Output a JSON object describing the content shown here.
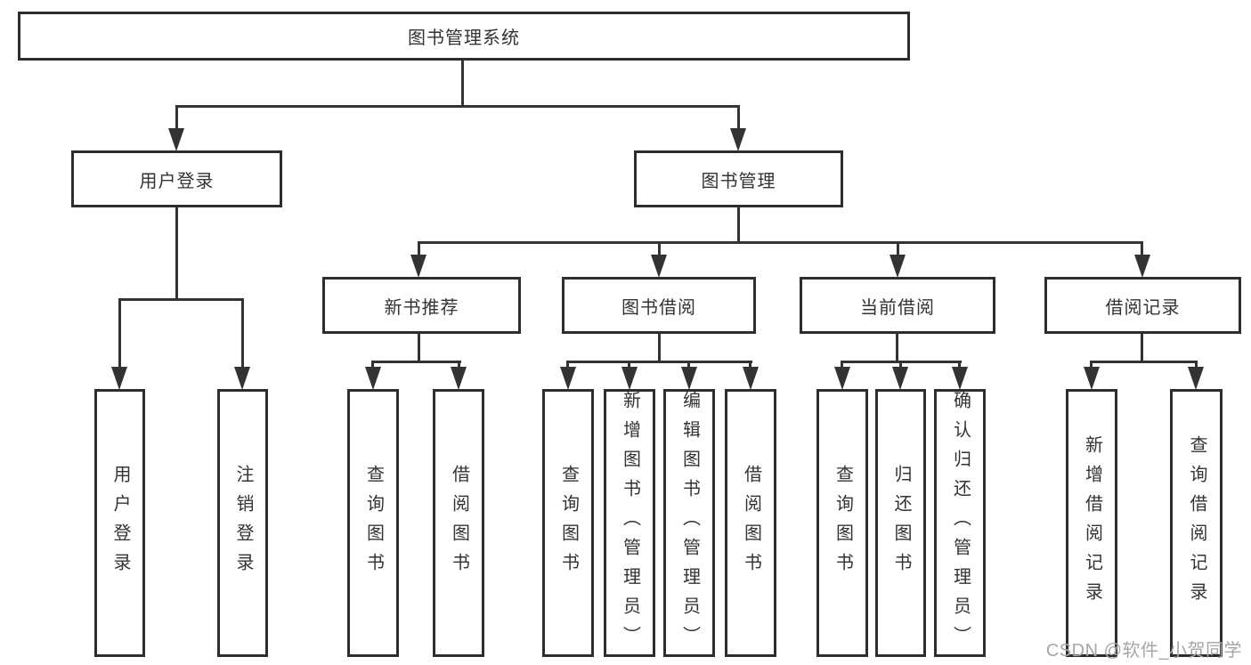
{
  "tree": {
    "root": {
      "label": "图书管理系统",
      "children": [
        {
          "label": "用户登录",
          "children": [
            {
              "label": "用户登录"
            },
            {
              "label": "注销登录"
            }
          ]
        },
        {
          "label": "图书管理",
          "children": [
            {
              "label": "新书推荐",
              "children": [
                {
                  "label": "查询图书"
                },
                {
                  "label": "借阅图书"
                }
              ]
            },
            {
              "label": "图书借阅",
              "children": [
                {
                  "label": "查询图书"
                },
                {
                  "label": "新增图书（管理员）"
                },
                {
                  "label": "编辑图书（管理员）"
                },
                {
                  "label": "借阅图书"
                }
              ]
            },
            {
              "label": "当前借阅",
              "children": [
                {
                  "label": "查询图书"
                },
                {
                  "label": "归还图书"
                },
                {
                  "label": "确认归还（管理员）"
                }
              ]
            },
            {
              "label": "借阅记录",
              "children": [
                {
                  "label": "新增借阅记录"
                },
                {
                  "label": "查询借阅记录"
                }
              ]
            }
          ]
        }
      ]
    }
  },
  "watermark": {
    "text": "CSDN @软件_小贺同学"
  },
  "colors": {
    "line": "#333333",
    "box_border": "#2d2d2d",
    "box_fill": "#ffffff",
    "text": "#333333",
    "watermark": "#a6a6a6",
    "background": "#ffffff"
  }
}
